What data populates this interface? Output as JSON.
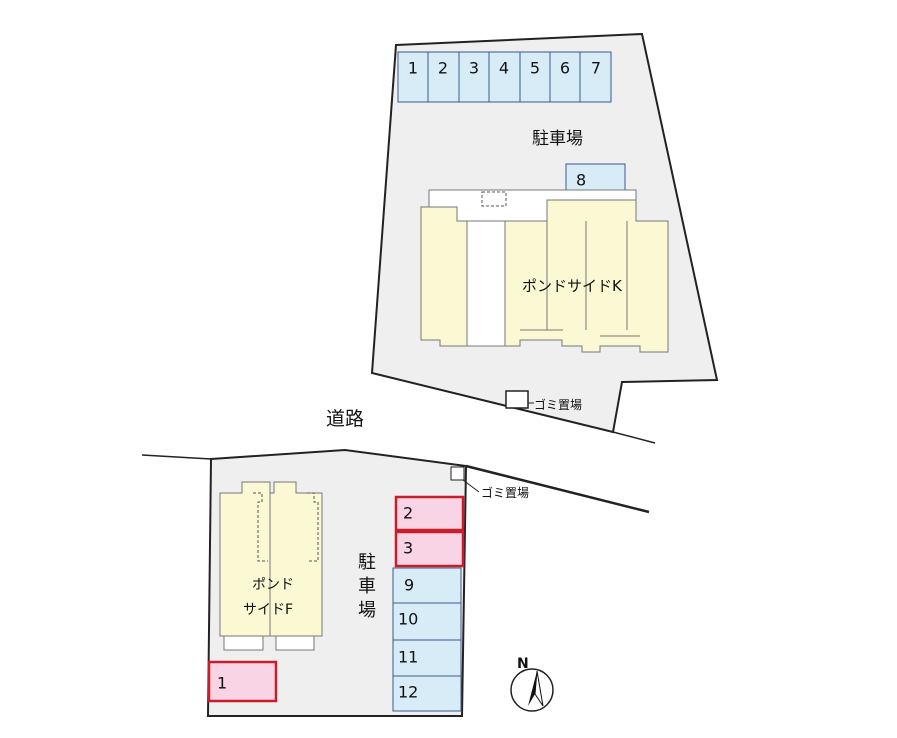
{
  "north_label": "N",
  "road_label": "道路",
  "north_site": {
    "parking_label": "駐車場",
    "building_label": "ポンドサイドK",
    "garbage_label": "ゴミ置場",
    "parking_spaces": [
      "1",
      "2",
      "3",
      "4",
      "5",
      "6",
      "7",
      "8"
    ]
  },
  "south_site": {
    "parking_label_chars": [
      "駐",
      "車",
      "場"
    ],
    "building_label_lines": [
      "ポンド",
      "サイドF"
    ],
    "garbage_label": "ゴミ置場",
    "reserved_spaces": [
      "1",
      "2",
      "3"
    ],
    "parking_spaces": [
      "9",
      "10",
      "11",
      "12"
    ]
  },
  "colors": {
    "ground": "#efefef",
    "building": "#fbf8d4",
    "parking_blue": "#d8ecf8",
    "parking_pink": "#f8d4e4",
    "pink_border": "#c81e2c"
  }
}
